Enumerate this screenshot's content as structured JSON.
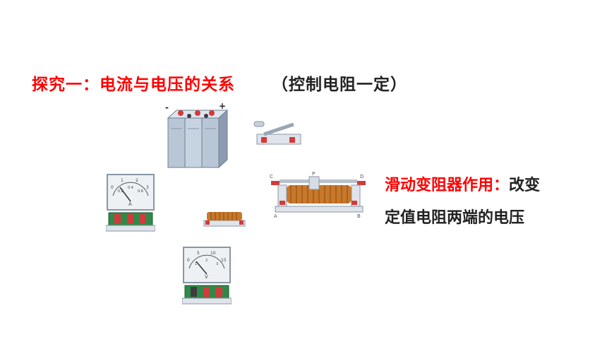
{
  "heading": {
    "title": "探究一：电流与电压的关系",
    "condition": "（控制电阻一定）"
  },
  "note": {
    "label": "滑动变阻器作用：",
    "text_line1": "改变",
    "text_line2": "定值电阻两端的电压"
  },
  "battery": {
    "neg": "-",
    "pos": "+"
  },
  "ammeter": {
    "ticks": [
      "0",
      "1",
      "2",
      "3"
    ],
    "scale2": [
      "0.2",
      "0.4",
      "0.6"
    ],
    "unit": "A"
  },
  "voltmeter": {
    "ticks": [
      "0",
      "5",
      "10",
      "15"
    ],
    "scale2": [
      "1",
      "2",
      "3"
    ],
    "unit": "V"
  },
  "rheostat": {
    "terminals": [
      "C",
      "P",
      "D",
      "A",
      "B"
    ]
  },
  "colors": {
    "accent": "#ff0000",
    "text": "#222222",
    "coil": "#c8782a",
    "base": "#e6e9ee"
  }
}
